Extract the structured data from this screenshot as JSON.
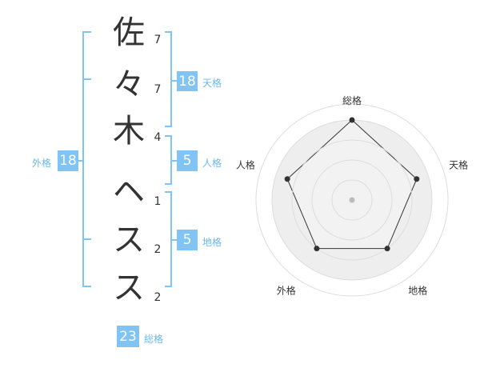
{
  "name": {
    "chars": [
      {
        "char": "佐",
        "strokes": "7"
      },
      {
        "char": "々",
        "strokes": "7"
      },
      {
        "char": "木",
        "strokes": "4"
      },
      {
        "char": "ヘ",
        "strokes": "1"
      },
      {
        "char": "ス",
        "strokes": "2"
      },
      {
        "char": "ス",
        "strokes": "2"
      }
    ]
  },
  "kakusu": {
    "tenkaku": {
      "value": "18",
      "label": "天格"
    },
    "jinkaku": {
      "value": "5",
      "label": "人格"
    },
    "chikaku": {
      "value": "5",
      "label": "地格"
    },
    "gaikaku": {
      "value": "18",
      "label": "外格"
    },
    "soukaku": {
      "value": "23",
      "label": "総格"
    }
  },
  "colors": {
    "accent": "#7fc4f4",
    "label_accent": "#6bb8ee",
    "text": "#333333",
    "radar_fill": "#eeeeee",
    "radar_grid": "#dddddd"
  },
  "chart_data": {
    "type": "radar",
    "axes": [
      "総格",
      "天格",
      "地格",
      "外格",
      "人格"
    ],
    "values": [
      1.0,
      0.85,
      0.75,
      0.75,
      0.85
    ],
    "range": [
      0,
      1
    ],
    "rings": 4
  }
}
